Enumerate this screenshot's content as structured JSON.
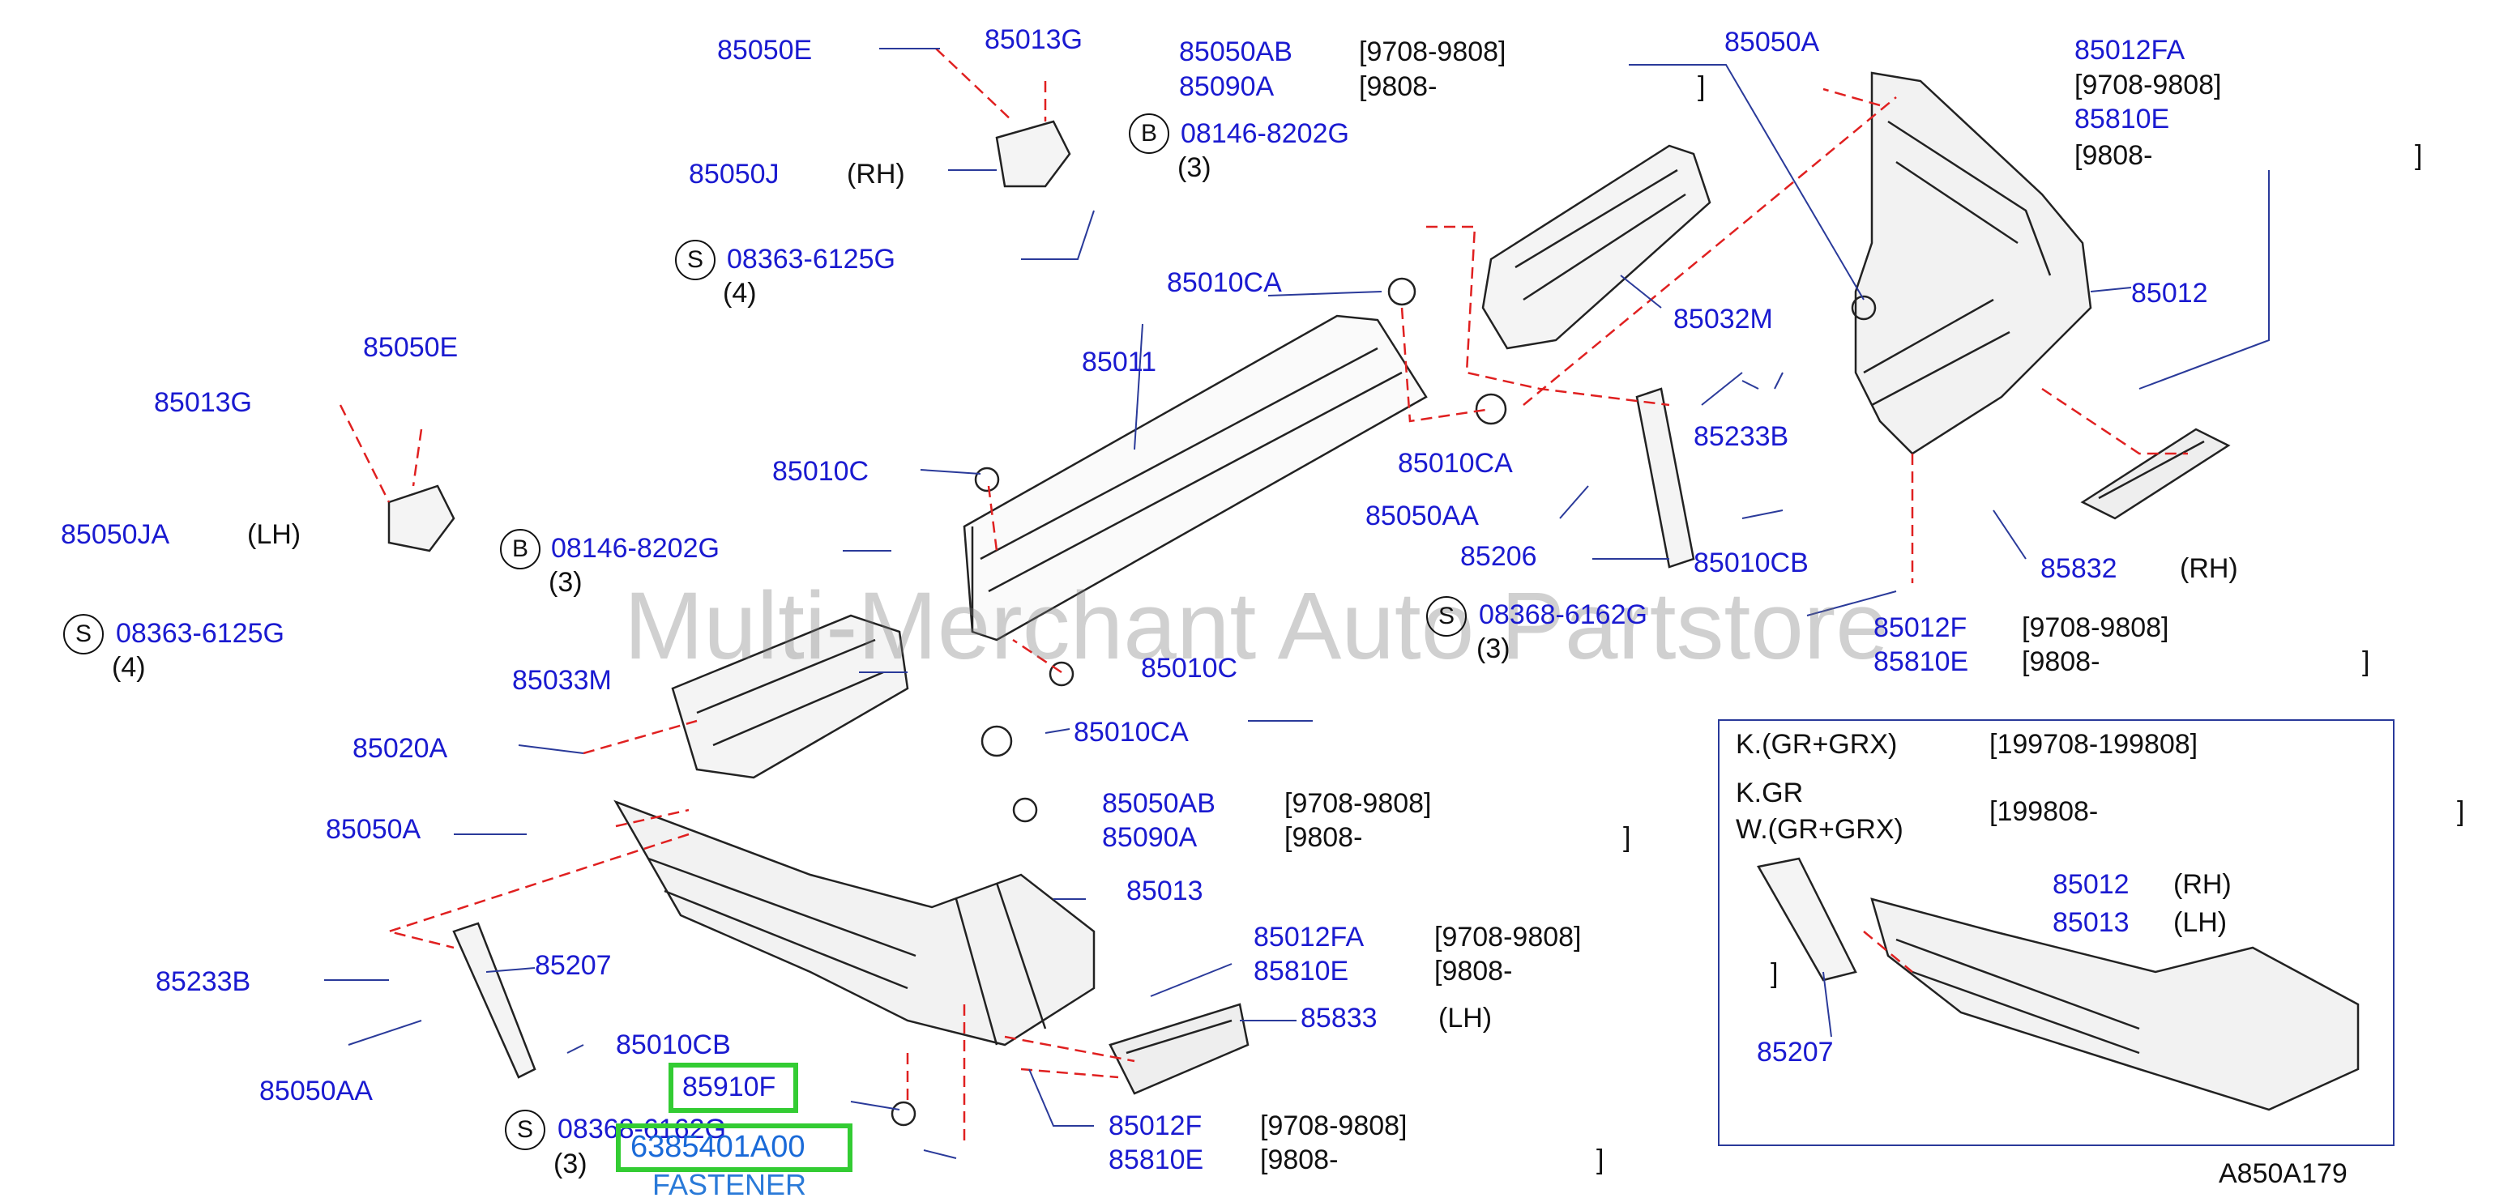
{
  "diagram_code": "A850A179",
  "watermark": "Multi-Merchant Auto Partstore",
  "parts": {
    "p85050E_top": "85050E",
    "p85013G_top": "85013G",
    "p85050J": "85050J",
    "rh_1": "(RH)",
    "s_circle": "S",
    "b_circle": "B",
    "p08363_top": "08363-6125G",
    "qty4_top": "(4)",
    "p85050E_mid": "85050E",
    "p85013G_mid": "85013G",
    "p85050JA": "85050JA",
    "lh_1": "(LH)",
    "p08146_left": "08146-8202G",
    "qty3_left": "(3)",
    "p08363_left": "08363-6125G",
    "qty4_left": "(4)",
    "p85033M": "85033M",
    "p85020A": "85020A",
    "p85050A_left": "85050A",
    "p85233B_left": "85233B",
    "p85207_left": "85207",
    "p85050AA_left": "85050AA",
    "p85010CB_left": "85010CB",
    "p85910F": "85910F",
    "p08368_bottom": "08368-6162G",
    "qty3_bottom": "(3)",
    "p6385401A00": "6385401A00",
    "fastener": "FASTENER",
    "p85050AB_top": "85050AB",
    "range_9708_9808_a": "[9708-9808]",
    "p85090A_top": "85090A",
    "range_9808_a": "[9808-",
    "bracket_a": "]",
    "p08146_top": "08146-8202G",
    "qty3_top": "(3)",
    "p85010CA_a": "85010CA",
    "p85011": "85011",
    "p85010C_a": "85010C",
    "p85032M": "85032M",
    "p85050A_top": "85050A",
    "p85233B_mid": "85233B",
    "p85010CA_b": "85010CA",
    "p85050AA_mid": "85050AA",
    "p85010CB_mid": "85010CB",
    "p85206": "85206",
    "p08368_mid": "08368-6162G",
    "qty3_mid": "(3)",
    "p85010C_b": "85010C",
    "p85010CA_c": "85010CA",
    "p85050AB_mid": "85050AB",
    "range_9708_9808_b": "[9708-9808]",
    "p85090A_mid": "85090A",
    "range_9808_b": "[9808-",
    "bracket_b": "]",
    "p85013_mid": "85013",
    "p85012FA_mid": "85012FA",
    "range_9708_9808_c": "[9708-9808]",
    "p85810E_mid": "85810E",
    "range_9808_c": "[9808-",
    "p85833": "85833",
    "lh_2": "(LH)",
    "p85012F_bottom": "85012F",
    "range_9708_9808_d": "[9708-9808]",
    "p85810E_bottom": "85810E",
    "range_9808_d": "[9808-",
    "bracket_d": "]",
    "p85012FA_top": "85012FA",
    "range_9708_9808_e": "[9708-9808]",
    "p85810E_top": "85810E",
    "range_9808_e": "[9808-",
    "bracket_e": "]",
    "p85012_right": "85012",
    "p85832": "85832",
    "rh_2": "(RH)",
    "p85012F_right": "85012F",
    "range_9708_9808_f": "[9708-9808]",
    "p85810E_right": "85810E",
    "range_9808_f": "[9808-",
    "bracket_f": "]"
  },
  "inset": {
    "model_1": "K.(GR+GRX)",
    "range_1": "[199708-199808]",
    "model_2": "K.GR",
    "model_3": "W.(GR+GRX)",
    "range_2": "[199808-",
    "bracket_2": "]",
    "p85012": "85012",
    "rh": "(RH)",
    "p85013": "85013",
    "lh": "(LH)",
    "bracket_3": "]",
    "p85207": "85207"
  }
}
